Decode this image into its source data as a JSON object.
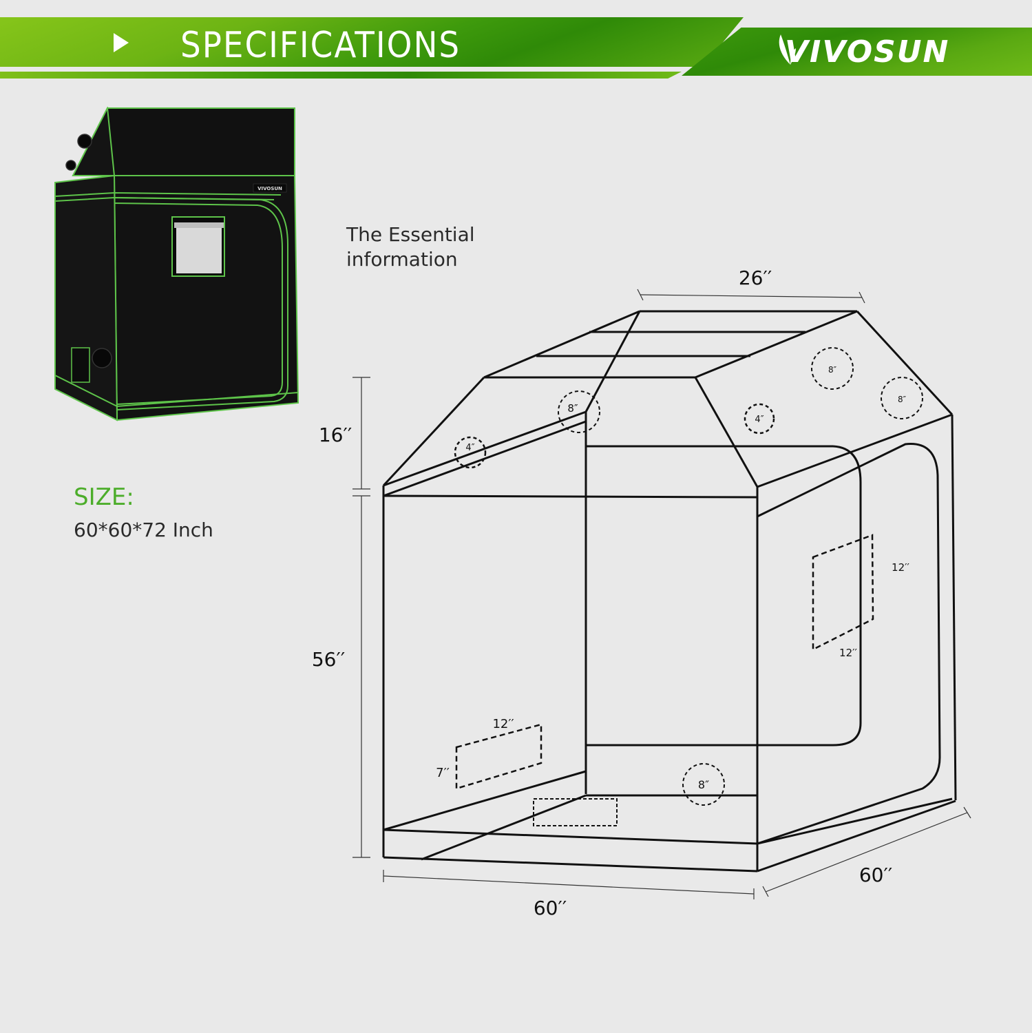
{
  "header": {
    "title": "SPECIFICATIONS",
    "brand": "VIVOSUN",
    "play_icon": "play-triangle-icon",
    "colors": {
      "banner_green_light": "#86c51a",
      "banner_green_dark": "#2f8a08",
      "text": "#ffffff"
    }
  },
  "product": {
    "image_alt": "Black grow tent with green-trimmed zippers, angled roof, side vents and viewing window",
    "tag_label": "VIVOSUN"
  },
  "size": {
    "label": "SIZE:",
    "value": "60*60*72 Inch",
    "label_color": "#4cad2a"
  },
  "intro": {
    "line1": "The Essential",
    "line2": "information"
  },
  "diagram": {
    "dimensions": {
      "roof_width": "26′′",
      "roof_height": "16′′",
      "wall_height": "56′′",
      "front_width": "60′′",
      "depth": "60′′"
    },
    "vents": [
      {
        "label": "8″",
        "location": "roof-left-peak"
      },
      {
        "label": "4″",
        "location": "roof-left"
      },
      {
        "label": "4″",
        "location": "roof-right"
      },
      {
        "label": "8″",
        "location": "roof-right-upper"
      },
      {
        "label": "8″",
        "location": "roof-right-lower"
      },
      {
        "label": "8″",
        "location": "back-wall-bottom"
      }
    ],
    "windows": [
      {
        "width": "12′′",
        "height": "12′′",
        "location": "right-side"
      },
      {
        "width": "12′′",
        "height": "7′′",
        "location": "left-side"
      }
    ],
    "labels": {
      "win_right_w": "12′′",
      "win_right_h": "12′′",
      "win_left_w": "12′′",
      "win_left_h": "7′′",
      "vent_roof_left_peak": "8″",
      "vent_roof_left": "4″",
      "vent_roof_right": "4″",
      "vent_roof_right_upper": "8″",
      "vent_roof_right_lower": "8″",
      "vent_back_bottom": "8″"
    }
  }
}
